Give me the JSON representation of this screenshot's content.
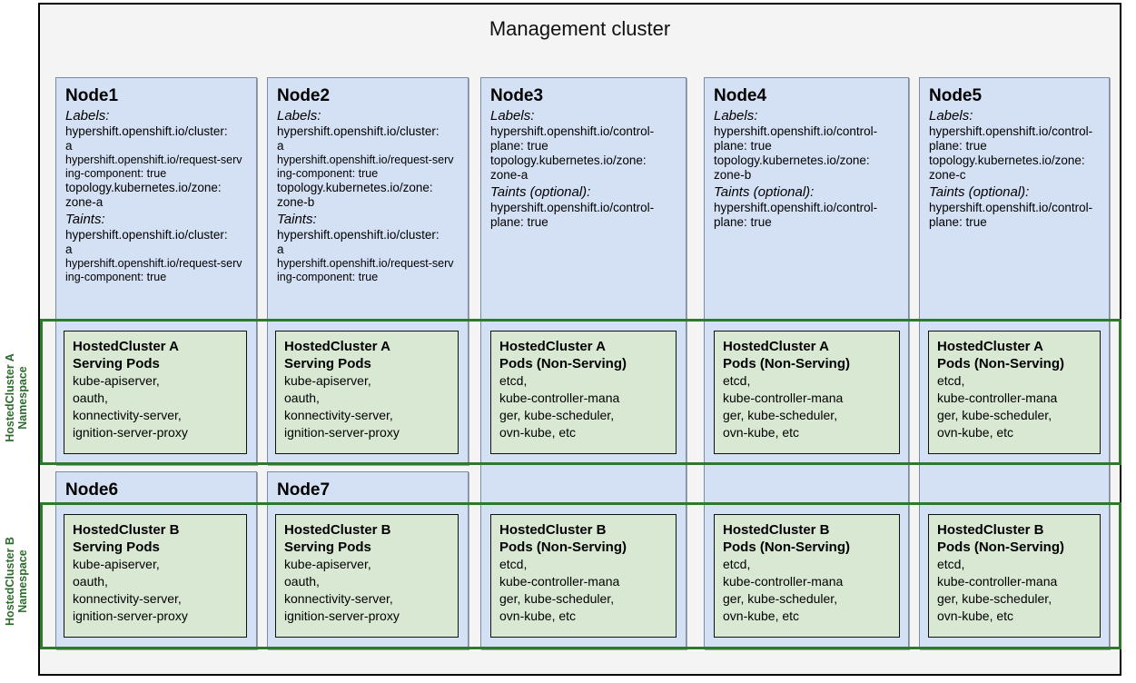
{
  "diagram": {
    "title": "Management cluster",
    "namespaces": [
      {
        "id": "ns-a",
        "label": "HostedCluster A\nNamespace",
        "label_line1": "HostedCluster A",
        "label_line2": "Namespace",
        "color": "#2d7a2d"
      },
      {
        "id": "ns-b",
        "label": "HostedCluster B\nNamespace",
        "label_line1": "HostedCluster B",
        "label_line2": "Namespace",
        "color": "#2d7a2d"
      }
    ],
    "colors": {
      "node_fill": "#d4e1f5",
      "pod_fill": "#d9e8d3",
      "namespace_border": "#2d7a2d",
      "frame_fill": "#f4f4f4",
      "frame_border": "#000000"
    },
    "nodes": [
      {
        "name": "Node1",
        "labels_heading": "Labels:",
        "labels": [
          "hypershift.openshift.io/cluster:",
          "a",
          "hypershift.openshift.io/request-serv",
          "ing-component: true",
          "topology.kubernetes.io/zone:",
          "zone-a"
        ],
        "taints_heading": "Taints:",
        "taints": [
          "hypershift.openshift.io/cluster:",
          "a",
          "hypershift.openshift.io/request-serv",
          "ing-component: true"
        ]
      },
      {
        "name": "Node2",
        "labels_heading": "Labels:",
        "labels": [
          "hypershift.openshift.io/cluster:",
          "a",
          "hypershift.openshift.io/request-serv",
          "ing-component: true",
          "topology.kubernetes.io/zone:",
          "zone-b"
        ],
        "taints_heading": "Taints:",
        "taints": [
          "hypershift.openshift.io/cluster:",
          "a",
          "hypershift.openshift.io/request-serv",
          "ing-component: true"
        ]
      },
      {
        "name": "Node3",
        "labels_heading": "Labels:",
        "labels": [
          "hypershift.openshift.io/control-",
          "plane: true",
          "topology.kubernetes.io/zone:",
          "zone-a"
        ],
        "taints_heading": "Taints (optional):",
        "taints": [
          "hypershift.openshift.io/control-",
          "plane: true"
        ]
      },
      {
        "name": "Node4",
        "labels_heading": "Labels:",
        "labels": [
          "hypershift.openshift.io/control-",
          "plane: true",
          "topology.kubernetes.io/zone:",
          "zone-b"
        ],
        "taints_heading": "Taints (optional):",
        "taints": [
          "hypershift.openshift.io/control-",
          "plane: true"
        ]
      },
      {
        "name": "Node5",
        "labels_heading": "Labels:",
        "labels": [
          "hypershift.openshift.io/control-",
          "plane: true",
          "topology.kubernetes.io/zone:",
          "zone-c"
        ],
        "taints_heading": "Taints (optional):",
        "taints": [
          "hypershift.openshift.io/control-",
          "plane: true"
        ]
      },
      {
        "name": "Node6"
      },
      {
        "name": "Node7"
      }
    ],
    "pods_row_a": [
      {
        "title_line1": "HostedCluster A",
        "title_line2": "Serving Pods",
        "items": "kube-apiserver,\noauth,\nkonnectivity-server,\nignition-server-proxy"
      },
      {
        "title_line1": "HostedCluster A",
        "title_line2": "Serving Pods",
        "items": "kube-apiserver,\noauth,\nkonnectivity-server,\nignition-server-proxy"
      },
      {
        "title_line1": "HostedCluster A",
        "title_line2": "Pods (Non-Serving)",
        "items": "etcd,\nkube-controller-mana\nger, kube-scheduler,\novn-kube, etc"
      },
      {
        "title_line1": "HostedCluster A",
        "title_line2": "Pods (Non-Serving)",
        "items": "etcd,\nkube-controller-mana\nger, kube-scheduler,\novn-kube, etc"
      },
      {
        "title_line1": "HostedCluster A",
        "title_line2": "Pods (Non-Serving)",
        "items": "etcd,\nkube-controller-mana\nger, kube-scheduler,\novn-kube, etc"
      }
    ],
    "pods_row_b": [
      {
        "title_line1": "HostedCluster B",
        "title_line2": "Serving Pods",
        "items": "kube-apiserver,\noauth,\nkonnectivity-server,\nignition-server-proxy"
      },
      {
        "title_line1": "HostedCluster B",
        "title_line2": "Serving Pods",
        "items": "kube-apiserver,\noauth,\nkonnectivity-server,\nignition-server-proxy"
      },
      {
        "title_line1": "HostedCluster B",
        "title_line2": "Pods (Non-Serving)",
        "items": "etcd,\nkube-controller-mana\nger, kube-scheduler,\novn-kube, etc"
      },
      {
        "title_line1": "HostedCluster B",
        "title_line2": "Pods (Non-Serving)",
        "items": "etcd,\nkube-controller-mana\nger, kube-scheduler,\novn-kube, etc"
      },
      {
        "title_line1": "HostedCluster B",
        "title_line2": "Pods (Non-Serving)",
        "items": "etcd,\nkube-controller-mana\nger, kube-scheduler,\novn-kube, etc"
      }
    ]
  }
}
